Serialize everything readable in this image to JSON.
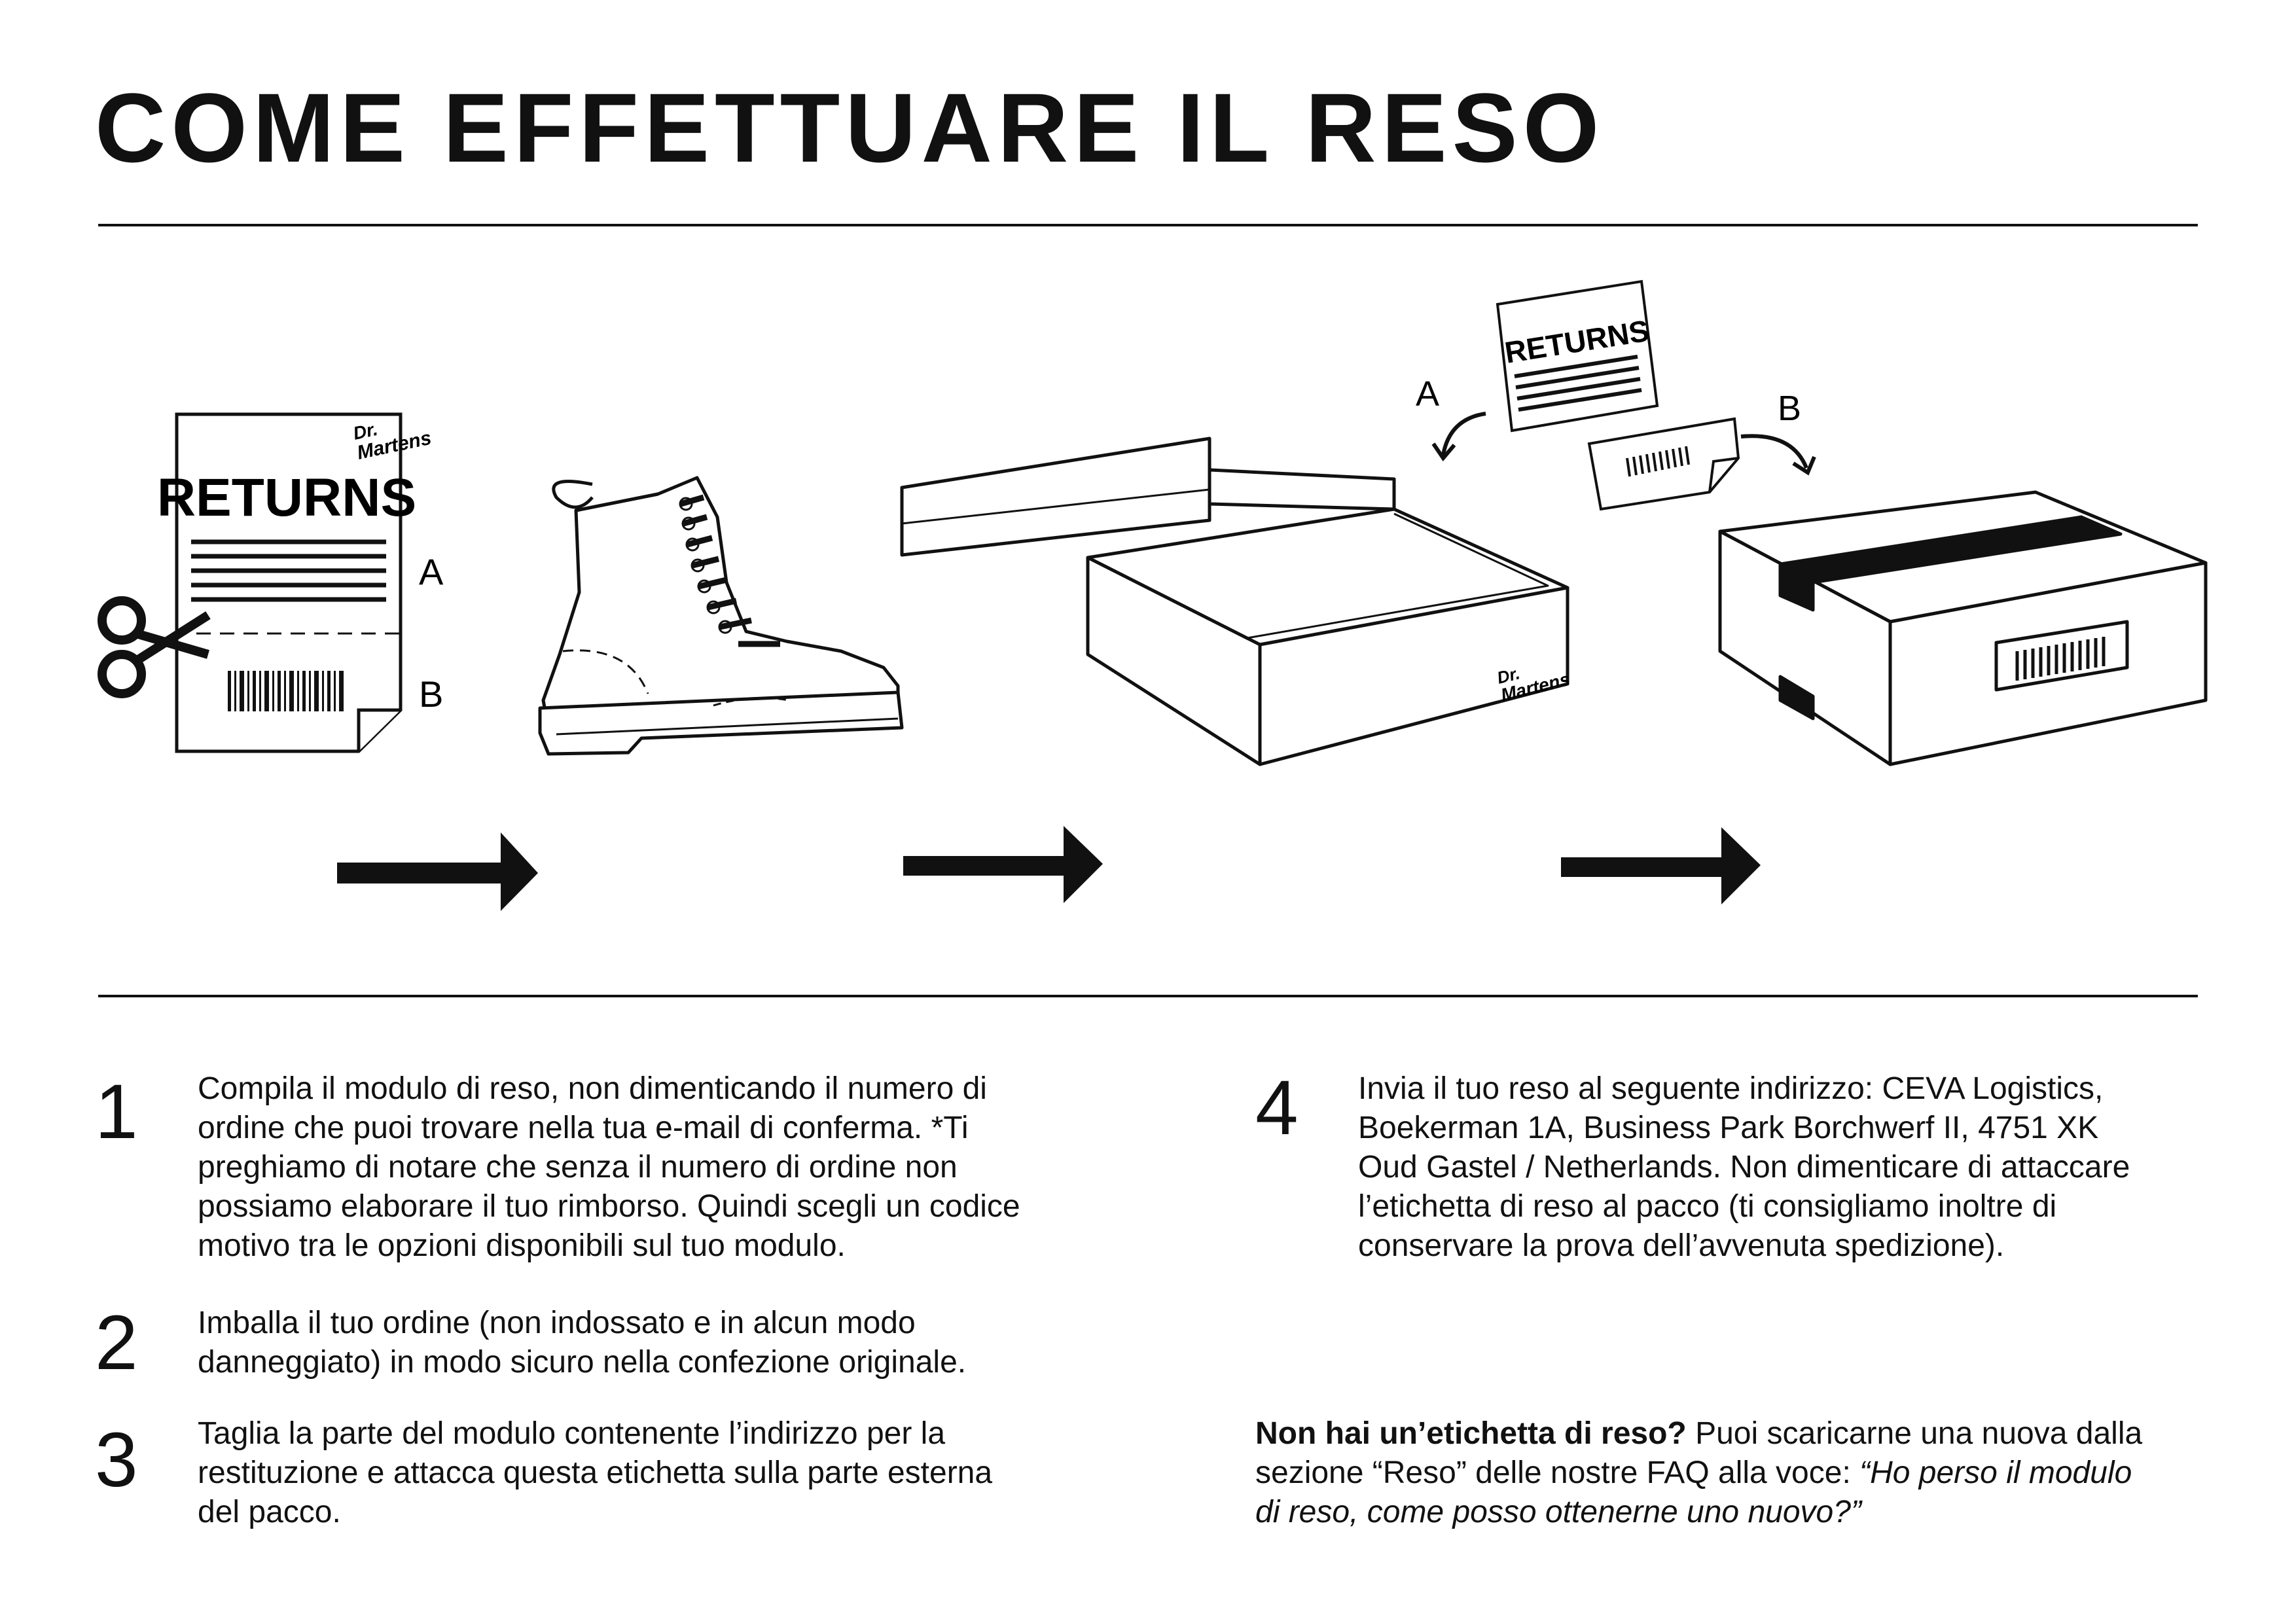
{
  "title": "COME EFFETTUARE IL RESO",
  "illustration": {
    "form_heading": "RETURNS",
    "form_brand_line1": "Dr.",
    "form_brand_line2": "Martens",
    "label_a": "A",
    "label_b": "B",
    "box_brand_line1": "Dr.",
    "box_brand_line2": "Martens"
  },
  "steps": [
    {
      "number": "1",
      "lines": [
        "Compila il modulo di reso, non dimenticando il numero di",
        "ordine che puoi trovare nella tua e-mail di conferma. *Ti",
        "preghiamo di notare che senza il numero di ordine non",
        "possiamo elaborare il tuo rimborso. Quindi scegli un codice",
        "motivo tra le opzioni disponibili sul tuo modulo."
      ]
    },
    {
      "number": "2",
      "lines": [
        "Imballa il tuo ordine (non indossato e in alcun modo",
        "danneggiato) in modo sicuro nella confezione originale."
      ]
    },
    {
      "number": "3",
      "lines": [
        "Taglia la parte del modulo contenente l’indirizzo per la",
        "restituzione e attacca questa etichetta sulla parte esterna",
        "del pacco."
      ]
    },
    {
      "number": "4",
      "lines": [
        "Invia il tuo reso al seguente indirizzo: CEVA Logistics,",
        "Boekerman 1A, Business Park Borchwerf II, 4751 XK",
        "Oud Gastel / Netherlands. Non dimenticare di attaccare",
        "l’etichetta di reso al pacco (ti consigliamo inoltre di",
        "conservare la prova dell’avvenuta spedizione)."
      ]
    }
  ],
  "note": {
    "bold": "Non hai un’etichetta di reso?",
    "line1_rest": " Puoi scaricarne una nuova dalla",
    "line2_plain": "sezione “Reso” delle nostre FAQ alla voce: ",
    "line2_italic": "“Ho perso il modulo",
    "line3_italic": "di reso, come posso ottenerne uno nuovo?”"
  }
}
